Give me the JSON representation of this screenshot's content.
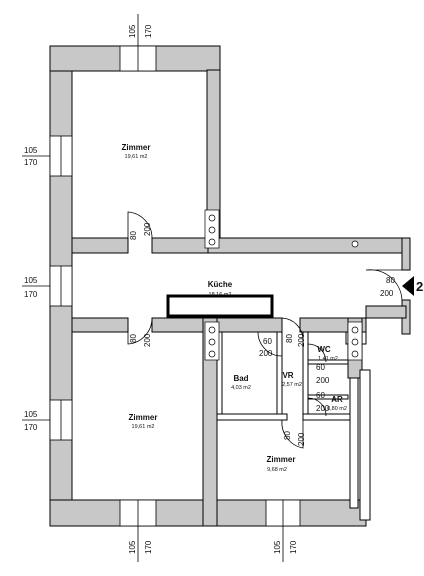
{
  "rooms": {
    "zimmer_top": {
      "name": "Zimmer",
      "area": "19,61 m2"
    },
    "kueche": {
      "name": "Küche",
      "area": "18,16 m2"
    },
    "zimmer_bottom": {
      "name": "Zimmer",
      "area": "19,61 m2"
    },
    "bad": {
      "name": "Bad",
      "area": "4,03 m2"
    },
    "vr": {
      "name": "VR",
      "area": "2,57 m2"
    },
    "wc": {
      "name": "WC",
      "area": "1,41 m2"
    },
    "ar": {
      "name": "AR",
      "area": "0,80 m2"
    },
    "zimmer_small": {
      "name": "Zimmer",
      "area": "9,68 m2"
    }
  },
  "windows": {
    "top": {
      "w": "105",
      "h": "170"
    },
    "left_upper": {
      "w": "105",
      "h": "170"
    },
    "left_mid": {
      "w": "105",
      "h": "170"
    },
    "left_lower": {
      "w": "105",
      "h": "170"
    },
    "bottom_left": {
      "w": "105",
      "h": "170"
    },
    "bottom_right": {
      "w": "105",
      "h": "170"
    }
  },
  "doors": {
    "zimmer_top": {
      "w": "80",
      "h": "200"
    },
    "zimmer_bottom": {
      "w": "80",
      "h": "200"
    },
    "entrance": {
      "w": "80",
      "h": "200"
    },
    "bad": {
      "w": "60",
      "h": "200"
    },
    "vr": {
      "w": "80",
      "h": "200"
    },
    "wc": {
      "w": "60",
      "h": "200"
    },
    "ar": {
      "w": "60",
      "h": "200"
    },
    "zimmer_small": {
      "w": "80",
      "h": "200"
    }
  },
  "entrance_marker": "2"
}
